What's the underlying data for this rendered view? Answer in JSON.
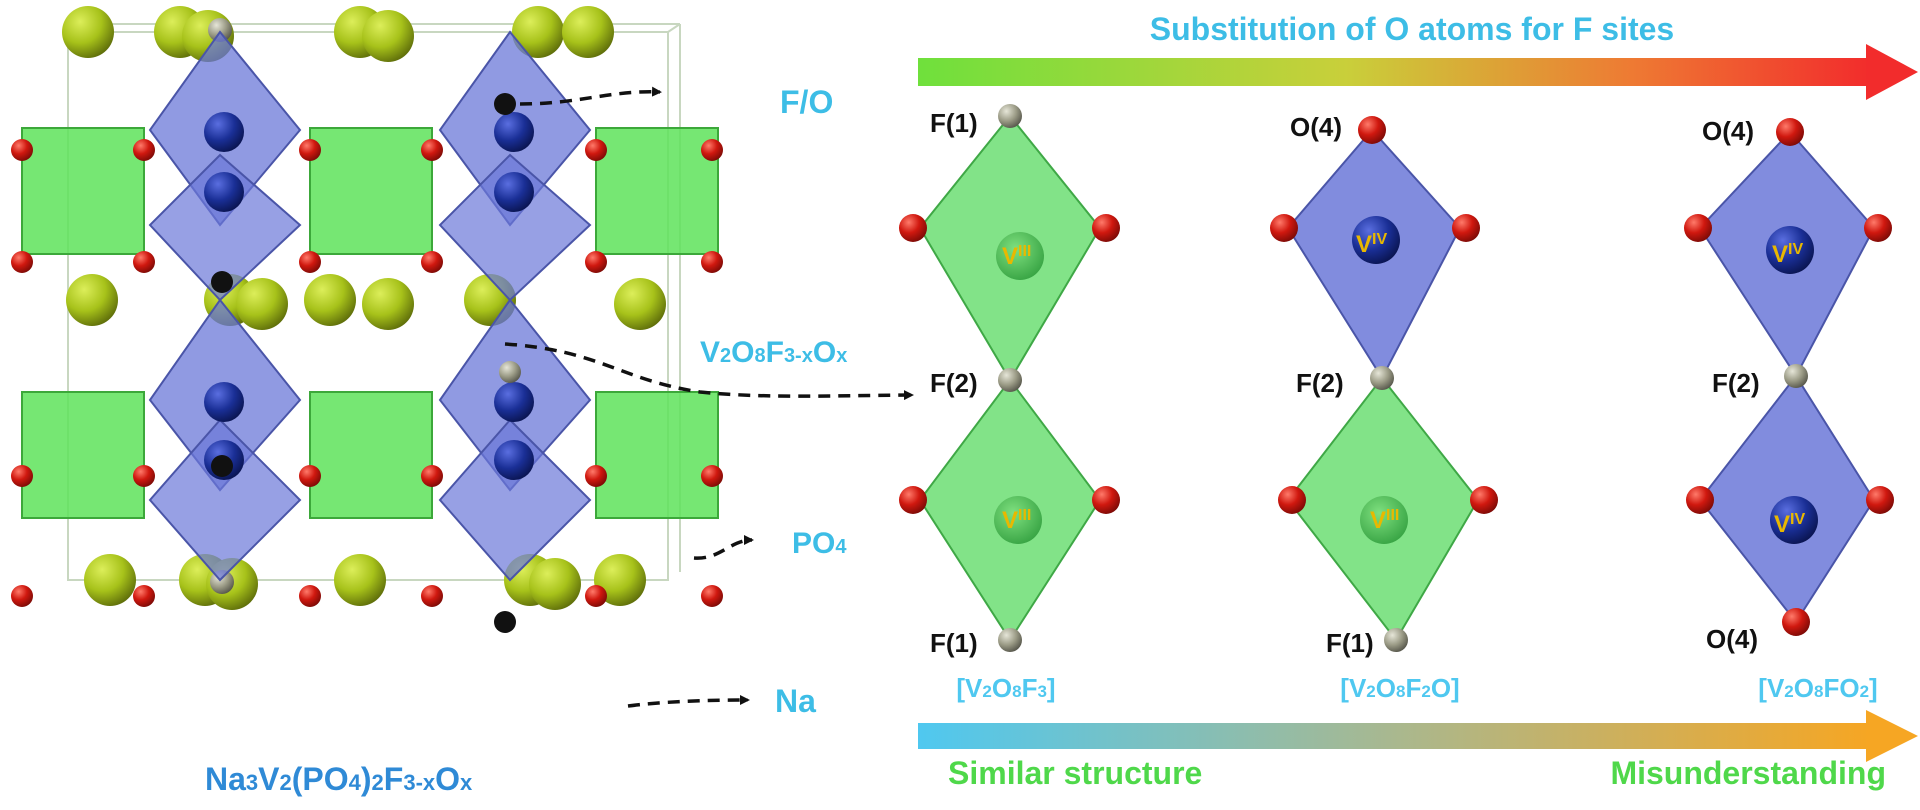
{
  "colors": {
    "cyan_label": "#3dbde6",
    "formula_blue": "#2f8ad6",
    "green_text": "#4fd84a",
    "vanadium_label": "#e9b800",
    "octa_blue": "#6b78d8",
    "octa_green": "#63dc6a",
    "na_sphere": "#a7c21a",
    "oxygen": "#c81a14",
    "fluorine": "#9a9a86",
    "vanadium": "#1a2f96",
    "black_site": "#111111"
  },
  "crystal": {
    "label_fo": "F/O",
    "label_v2o8f": {
      "main": "V",
      "s1": "2",
      "t1": "O",
      "s2": "8",
      "t2": "F",
      "s3": "3-x",
      "t3": "O",
      "s4": "x"
    },
    "label_po4": {
      "main": "PO",
      "sub": "4"
    },
    "label_na": "Na",
    "formula": {
      "p1": "Na",
      "s1": "3",
      "p2": "V",
      "s2": "2",
      "p3": "(PO",
      "s3": "4",
      "p4": ")",
      "s4": "2",
      "p5": "F",
      "s5": "3-x",
      "p6": "O",
      "s6": "x"
    }
  },
  "top_arrow_label": "Substitution of O atoms for F sites",
  "bottom_arrow": {
    "left_label": "Similar structure",
    "right_label": "Misunderstanding"
  },
  "columns": [
    {
      "top_label": "F(1)",
      "mid_label": "F(2)",
      "bottom_label": "F(1)",
      "upper_v": {
        "base": "V",
        "ox": "III"
      },
      "lower_v": {
        "base": "V",
        "ox": "III"
      },
      "unit": {
        "b1": "[V",
        "s1": "2",
        "b2": "O",
        "s2": "8",
        "b3": "F",
        "s3": "3",
        "b4": "]"
      }
    },
    {
      "top_label": "O(4)",
      "mid_label": "F(2)",
      "bottom_label": "F(1)",
      "upper_v": {
        "base": "V",
        "ox": "IV"
      },
      "lower_v": {
        "base": "V",
        "ox": "III"
      },
      "unit": {
        "b1": "[V",
        "s1": "2",
        "b2": "O",
        "s2": "8",
        "b3": "F",
        "s3": "2",
        "b4": "O]"
      }
    },
    {
      "top_label": "O(4)",
      "mid_label": "F(2)",
      "bottom_label": "O(4)",
      "upper_v": {
        "base": "V",
        "ox": "IV"
      },
      "lower_v": {
        "base": "V",
        "ox": "IV"
      },
      "unit": {
        "b1": "[V",
        "s1": "2",
        "b2": "O",
        "s2": "8",
        "b3": "FO",
        "s3": "2",
        "b4": "]"
      }
    }
  ]
}
